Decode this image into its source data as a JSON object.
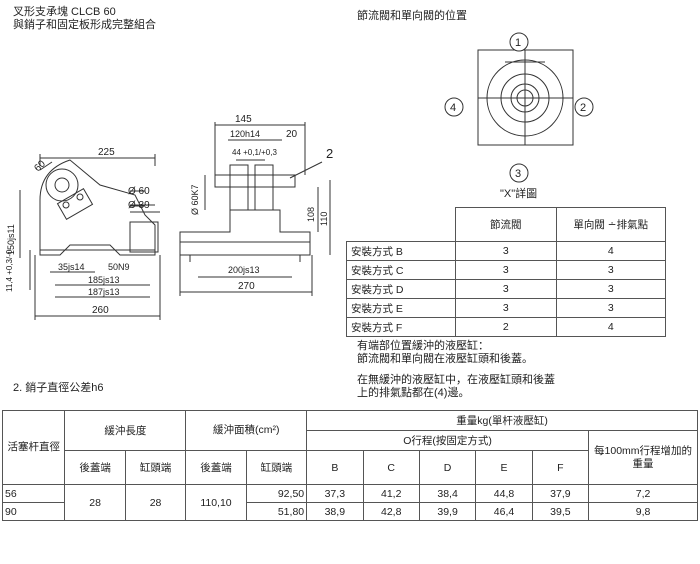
{
  "left": {
    "title": "叉形支承塊 CLCB 60",
    "subtitle": "與銷子和固定板形成完整組合",
    "note": "2. 銷子直徑公差h6",
    "dims": {
      "d225": "225",
      "d60": "60",
      "o60": "Ø 60",
      "o39": "Ø 39",
      "d150": "150js11",
      "d11": "11,4 +0,3/-0",
      "d35": "35js14",
      "d50": "50N9",
      "d185": "185js13",
      "d187": "187js13",
      "d260": "260",
      "d145": "145",
      "d120": "120h14",
      "d20": "20",
      "d44": "44 +0,1/+0,3",
      "label2": "2",
      "o60k7": "Ø 60K7",
      "d108": "108",
      "d110": "110",
      "d200": "200js13",
      "d270": "270"
    }
  },
  "right": {
    "title": "節流閥和單向閥的位置",
    "pos_labels": [
      "1",
      "2",
      "3",
      "4"
    ],
    "caption": "\"X\"詳圖",
    "table_headers": [
      "",
      "節流閥",
      "單向閥 ∸排氣點"
    ],
    "rows": [
      {
        "label": "安裝方式 B",
        "throttle": "3",
        "check": "4"
      },
      {
        "label": "安裝方式 C",
        "throttle": "3",
        "check": "3"
      },
      {
        "label": "安裝方式 D",
        "throttle": "3",
        "check": "3"
      },
      {
        "label": "安裝方式 E",
        "throttle": "3",
        "check": "3"
      },
      {
        "label": "安裝方式 F",
        "throttle": "2",
        "check": "4"
      }
    ],
    "para1_l1": "有端部位置緩沖的液壓缸：",
    "para1_l2": "節流閥和單向閥在液壓缸頭和後蓋。",
    "para2_l1": "在無緩沖的液壓缸中，在液壓缸頭和後蓋",
    "para2_l2": "上的排氣點都在(4)邊。"
  },
  "bottom": {
    "h_piston": "活塞杆直徑",
    "h_cushion_len": "緩沖長度",
    "h_cushion_area": "緩沖面積(cm²)",
    "h_weight": "重量kg(單杆液壓缸)",
    "h_o_stroke": "O行程(按固定方式)",
    "h_per100": "每100mm行程增加的重量",
    "h_rear": "後蓋端",
    "h_head": "缸頭端",
    "h_rear2": "後蓋端",
    "h_head2": "缸頭端",
    "cols": [
      "B",
      "C",
      "D",
      "E",
      "F"
    ],
    "rows": [
      {
        "d": "56",
        "len_rear": "28",
        "len_head": "28",
        "area_rear": "110,10",
        "area_head": "92,50",
        "w": [
          "37,3",
          "41,2",
          "38,4",
          "44,8",
          "37,9"
        ],
        "add": "7,2"
      },
      {
        "d": "90",
        "area_head": "51,80",
        "w": [
          "38,9",
          "42,8",
          "39,9",
          "46,4",
          "39,5"
        ],
        "add": "9,8"
      }
    ]
  }
}
